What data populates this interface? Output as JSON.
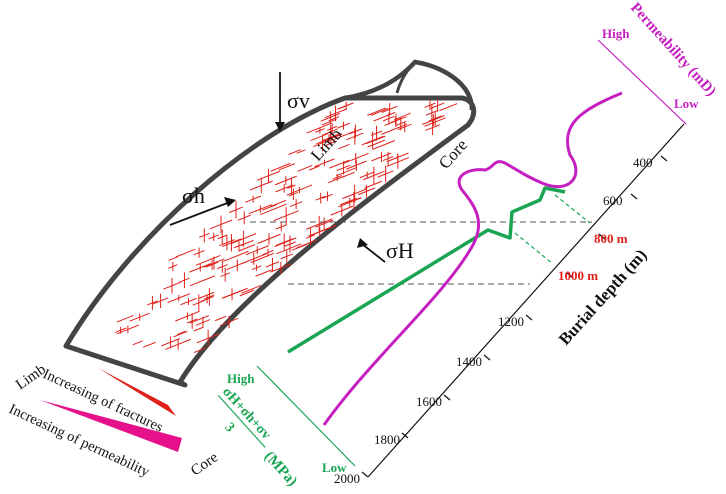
{
  "diagram": {
    "stress_labels": {
      "sigma_v": "σv",
      "sigma_h": "σh",
      "sigma_H": "σH"
    },
    "fold_labels": {
      "limb": "Limb",
      "core": "Core"
    },
    "legend": {
      "left_limb": "Limb",
      "left_core": "Core",
      "fractures_label": "Increasing of fractures",
      "permeability_label": "Increasing of permeability"
    },
    "permeability_axis": {
      "title": "Permeability (mD)",
      "high": "High",
      "low": "Low"
    },
    "stress_axis": {
      "high": "High",
      "low": "Low",
      "formula_numerator": "σH+σh+σv",
      "formula_denominator": "3",
      "unit": "(MPa)"
    },
    "depth_axis": {
      "title": "Burial depth (m)",
      "ticks": [
        "400",
        "600",
        "800",
        "1000",
        "1200",
        "1400",
        "1600",
        "1800",
        "2000"
      ],
      "marker_800": "800 m",
      "marker_1000": "1000 m"
    },
    "colors": {
      "fracture": "#e0201a",
      "permeability": "#c61fc1",
      "stress": "#1aa553",
      "outline": "#333333"
    }
  }
}
